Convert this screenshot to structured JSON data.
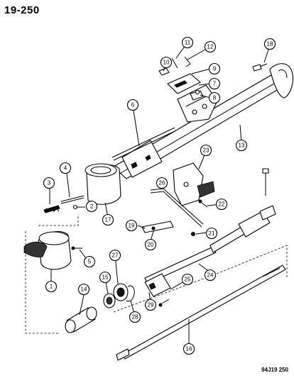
{
  "header": {
    "page_number": "19-250"
  },
  "footer": {
    "reference_code": "94J19 250"
  },
  "callouts": [
    {
      "id": "1",
      "label": "1"
    },
    {
      "id": "2",
      "label": "2"
    },
    {
      "id": "3",
      "label": "3"
    },
    {
      "id": "4",
      "label": "4"
    },
    {
      "id": "5",
      "label": "5"
    },
    {
      "id": "6",
      "label": "6"
    },
    {
      "id": "7",
      "label": "7"
    },
    {
      "id": "8",
      "label": "8"
    },
    {
      "id": "9",
      "label": "9"
    },
    {
      "id": "10",
      "label": "10"
    },
    {
      "id": "11",
      "label": "11"
    },
    {
      "id": "12",
      "label": "12"
    },
    {
      "id": "13",
      "label": "13"
    },
    {
      "id": "14",
      "label": "14"
    },
    {
      "id": "15",
      "label": "15"
    },
    {
      "id": "16",
      "label": "16"
    },
    {
      "id": "17",
      "label": "17"
    },
    {
      "id": "18",
      "label": "18"
    },
    {
      "id": "19",
      "label": "19"
    },
    {
      "id": "20",
      "label": "20"
    },
    {
      "id": "21",
      "label": "21"
    },
    {
      "id": "22",
      "label": "22"
    },
    {
      "id": "23",
      "label": "23"
    },
    {
      "id": "24",
      "label": "24"
    },
    {
      "id": "25",
      "label": "25"
    },
    {
      "id": "26",
      "label": "26"
    },
    {
      "id": "27",
      "label": "27"
    },
    {
      "id": "28",
      "label": "28"
    },
    {
      "id": "29",
      "label": "29"
    }
  ]
}
